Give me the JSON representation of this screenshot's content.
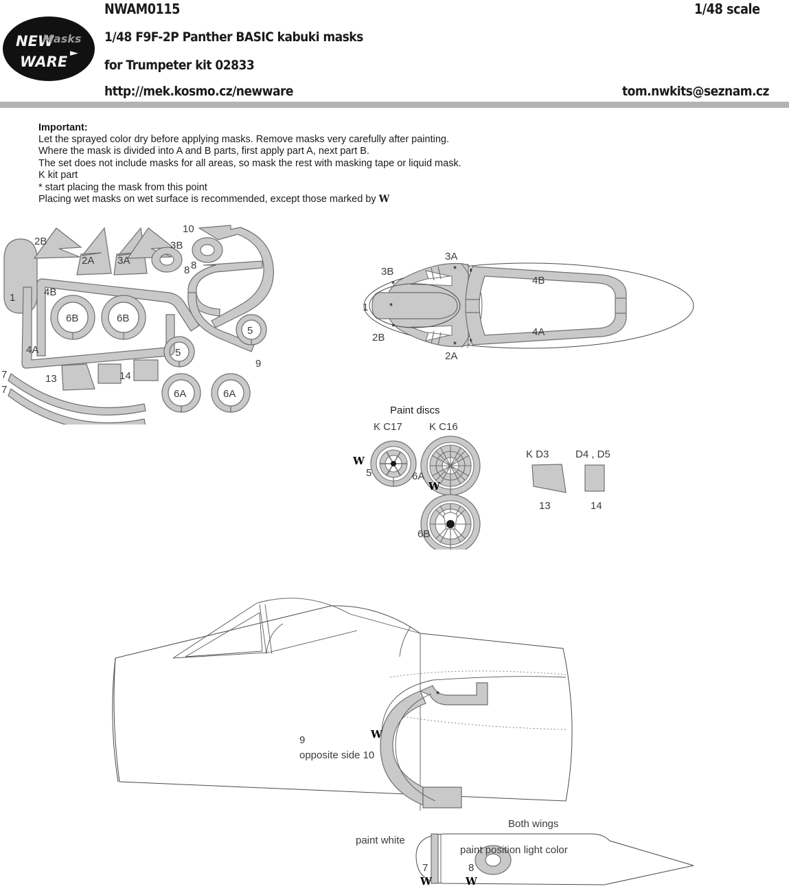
{
  "header": {
    "product_code": "NWAM0115",
    "scale": "1/48 scale",
    "title": "1/48 F9F-2P Panther BASIC kabuki masks",
    "subtitle": "for Trumpeter kit 02833",
    "url": "http://mek.kosmo.cz/newware",
    "email": "tom.nwkits@seznam.cz",
    "logo": {
      "new": "NEW",
      "ware": "WARE",
      "masks": "Masks"
    }
  },
  "important": {
    "heading": "Important:",
    "lines": [
      "Let the sprayed color dry before applying masks. Remove masks very carefully after painting.",
      "Where the mask is divided into A and B parts, first apply part A, next part B.",
      "The set does not include masks for all areas, so mask the rest with masking tape or liquid mask.",
      "K kit part",
      "*  start placing the mask from this point"
    ],
    "wet_line_prefix": "Placing wet masks on wet surface is recommended, except those marked by ",
    "wet_marker": "W"
  },
  "sheet": {
    "labels": {
      "p1": "1",
      "p2B": "2B",
      "p2A": "2A",
      "p3A": "3A",
      "p3B": "3B",
      "p4A": "4A",
      "p4B": "4B",
      "p5a": "5",
      "p5b": "5",
      "p6Ba": "6B",
      "p6Bb": "6B",
      "p6Aa": "6A",
      "p6Ab": "6A",
      "p7a": "7",
      "p7b": "7",
      "p8a": "8",
      "p8b": "8",
      "p9": "9",
      "p10": "10",
      "p13": "13",
      "p14": "14"
    }
  },
  "canopy": {
    "labels": {
      "n3B": "3B",
      "n3A": "3A",
      "n1": "1",
      "n2B": "2B",
      "n2A": "2A",
      "n4A": "4A",
      "n4B": "4B"
    }
  },
  "paint_discs": {
    "title": "Paint discs",
    "kit_c17": "K C17",
    "kit_c16": "K C16",
    "kit_d3": "K D3",
    "kit_d4d5": "D4 , D5",
    "label_5": "5",
    "label_6A": "6A",
    "label_6B": "6B",
    "label_13": "13",
    "label_14": "14",
    "wet_marker_1": "W",
    "wet_marker_2": "W"
  },
  "fuselage": {
    "part_number": "9",
    "opposite_note": "opposite side 10",
    "wet_marker": "W",
    "start_mark": "*"
  },
  "wing": {
    "both_wings": "Both wings",
    "paint_white": "paint white",
    "paint_position_light": "paint position light color",
    "label_7": "7",
    "label_8": "8",
    "wet_marker_7": "W",
    "wet_marker_8": "W"
  },
  "colors": {
    "mask_fill": "#c9c9c9",
    "mask_stroke": "#6f6f6f",
    "rule": "#b3b3b3",
    "logo_bg": "#111111",
    "text": "#1a1a1a"
  }
}
